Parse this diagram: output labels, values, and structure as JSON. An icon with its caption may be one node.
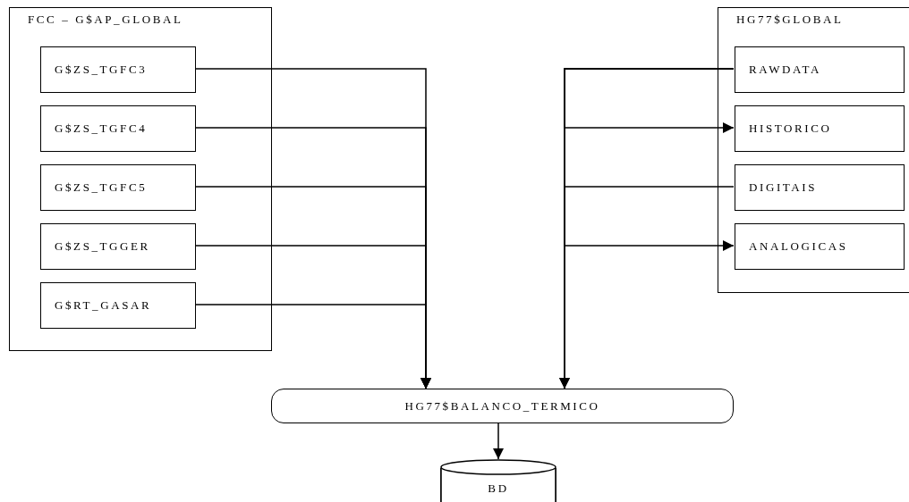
{
  "diagram": {
    "nodes": [
      {
        "text": [
          "FCC – G$AP_GLOBAL"
        ]
      },
      {
        "text": [
          "G$ZS_TGFC3"
        ],
        "in": 0
      },
      {
        "text": [
          "G$ZS_TGFC4"
        ],
        "in": 0
      },
      {
        "text": [
          "G$ZS_TGFC5"
        ],
        "in": 0
      },
      {
        "text": [
          "G$ZS_TGGER"
        ],
        "in": 0
      },
      {
        "text": [
          "G$RT_GASAR"
        ],
        "in": 0
      },
      {
        "text": [
          "HG77$GLOBAL"
        ]
      },
      {
        "text": [
          "RAWDATA"
        ],
        "in": 6
      },
      {
        "text": [
          "HISTORICO"
        ],
        "in": 6
      },
      {
        "text": [
          "DIGITAIS"
        ],
        "in": 6
      },
      {
        "text": [
          "ANALOGICAS"
        ],
        "in": 6
      },
      {
        "text": [
          "HG77$BALANCO_TERMICO"
        ]
      },
      {
        "text": [
          "BD"
        ]
      }
    ],
    "edges": [
      {
        "from": 1,
        "to": 11,
        "arrow": "to"
      },
      {
        "from": 2,
        "to": 11,
        "arrow": "to"
      },
      {
        "from": 3,
        "to": 11,
        "arrow": "to"
      },
      {
        "from": 4,
        "to": 11,
        "arrow": "to"
      },
      {
        "from": 5,
        "to": 11,
        "arrow": "to"
      },
      {
        "from": 7,
        "to": 11,
        "arrow": "to"
      },
      {
        "from": 9,
        "to": 11,
        "arrow": "to"
      },
      {
        "from": 7,
        "to": 8,
        "arrow": "to"
      },
      {
        "from": 7,
        "to": 10,
        "arrow": "to"
      },
      {
        "from": 11,
        "to": 12,
        "arrow": "to"
      }
    ]
  }
}
